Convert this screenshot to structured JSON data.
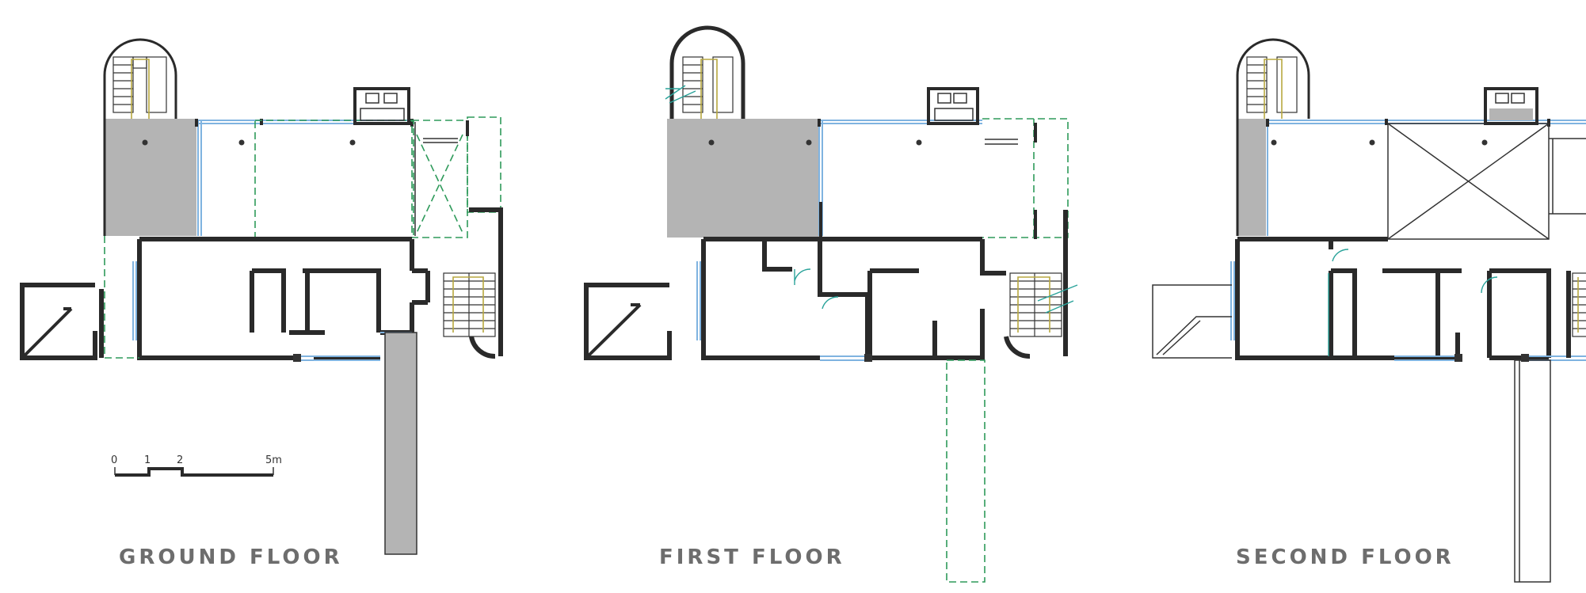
{
  "floors": [
    {
      "id": "ground",
      "label": "Ground Floor"
    },
    {
      "id": "first",
      "label": "First Floor"
    },
    {
      "id": "second",
      "label": "Second Floor"
    }
  ],
  "scale_bar": {
    "ticks": [
      "0",
      "1",
      "2",
      "5m"
    ]
  },
  "colors": {
    "walls": "#2a2a2a",
    "glazing": "#7fb3e0",
    "hidden_lines": "#2e9a5a",
    "stair_rail": "#b8a840",
    "shaded_area": "#b4b4b4",
    "labels": "#6d6d6d"
  }
}
